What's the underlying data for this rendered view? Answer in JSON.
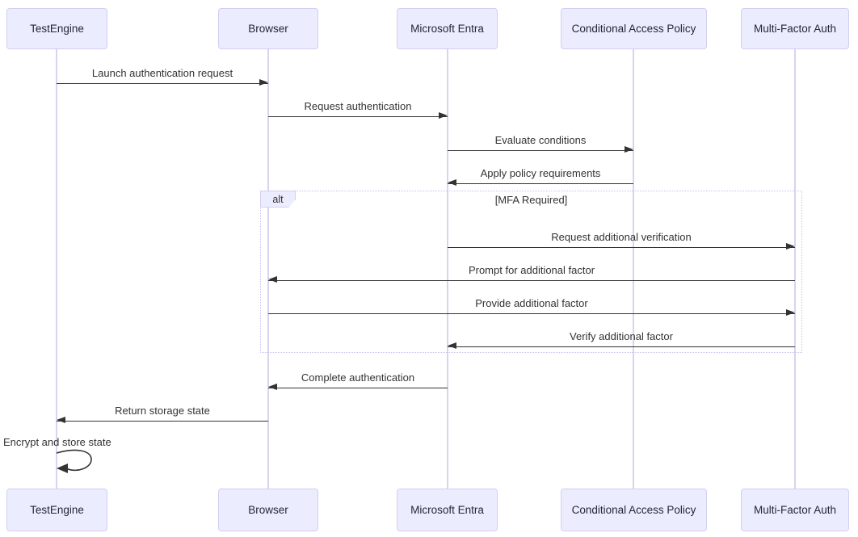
{
  "diagram_type": "sequence-diagram",
  "colors": {
    "actor_fill": "#ECECFF",
    "actor_border": "#d2cef0",
    "lifeline": "#d9d3ee",
    "arrow": "#333333",
    "text": "#333333",
    "alt_frame_border": "#c7c2ee"
  },
  "actors": [
    {
      "label": "TestEngine"
    },
    {
      "label": "Browser"
    },
    {
      "label": "Microsoft Entra"
    },
    {
      "label": "Conditional Access Policy"
    },
    {
      "label": "Multi-Factor Auth"
    }
  ],
  "messages": [
    {
      "text": "Launch authentication request",
      "from": "TestEngine",
      "to": "Browser"
    },
    {
      "text": "Request authentication",
      "from": "Browser",
      "to": "Microsoft Entra"
    },
    {
      "text": "Evaluate conditions",
      "from": "Microsoft Entra",
      "to": "Conditional Access Policy"
    },
    {
      "text": "Apply policy requirements",
      "from": "Conditional Access Policy",
      "to": "Microsoft Entra"
    },
    {
      "text": "Request additional verification",
      "from": "Microsoft Entra",
      "to": "Multi-Factor Auth"
    },
    {
      "text": "Prompt for additional factor",
      "from": "Multi-Factor Auth",
      "to": "Browser"
    },
    {
      "text": "Provide additional factor",
      "from": "Browser",
      "to": "Multi-Factor Auth"
    },
    {
      "text": "Verify additional factor",
      "from": "Multi-Factor Auth",
      "to": "Microsoft Entra"
    },
    {
      "text": "Complete authentication",
      "from": "Microsoft Entra",
      "to": "Browser"
    },
    {
      "text": "Return storage state",
      "from": "Browser",
      "to": "TestEngine"
    },
    {
      "text": "Encrypt and store state",
      "from": "TestEngine",
      "to": "TestEngine",
      "self": true
    }
  ],
  "alt_frame": {
    "label": "alt",
    "condition": "[MFA Required]"
  }
}
